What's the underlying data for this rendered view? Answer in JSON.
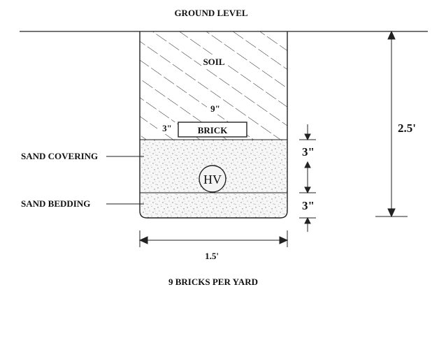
{
  "diagram": {
    "ground_label": "GROUND LEVEL",
    "soil_label": "SOIL",
    "brick_label": "BRICK",
    "brick_width": "9\"",
    "brick_offset": "3\"",
    "cable_label": "HV",
    "sand_covering_label": "SAND COVERING",
    "sand_bedding_label": "SAND BEDDING",
    "depth_total": "2.5'",
    "covering_depth": "3\"",
    "bedding_depth": "3\"",
    "trench_width": "1.5'",
    "footer": "9 BRICKS PER YARD"
  }
}
